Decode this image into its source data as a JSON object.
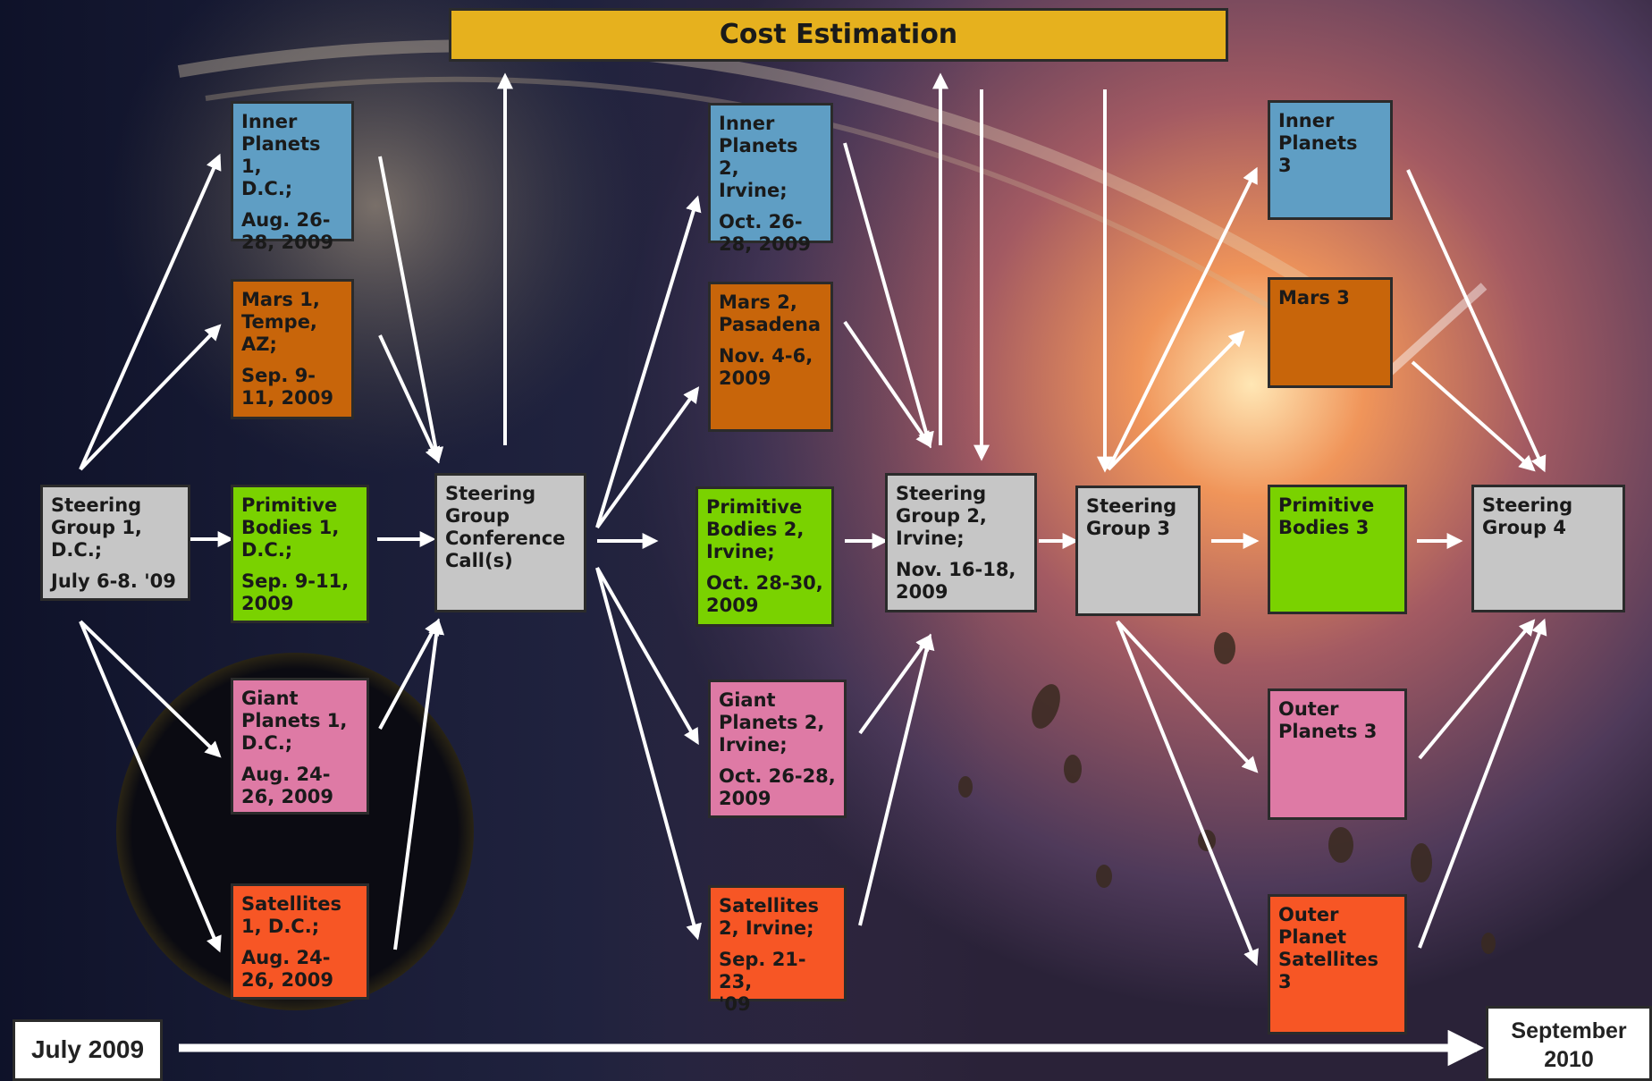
{
  "header": {
    "cost_estimation": "Cost Estimation"
  },
  "timeline": {
    "start": "July 2009",
    "end": "September 2010"
  },
  "colors": {
    "inner_planets": "#5f9ec4",
    "mars": "#c8650a",
    "primitive_bodies": "#7ad200",
    "giant_planets": "#de7aa5",
    "satellites": "#f75625",
    "steering": "#c6c6c6",
    "cost": "#e6b11e"
  },
  "boxes": {
    "sg1": {
      "title": "Steering\nGroup 1,\nD.C.;",
      "date": "July 6-8. '09"
    },
    "ip1": {
      "title": "Inner\nPlanets 1,\nD.C.;",
      "date": "Aug. 26-\n28, 2009"
    },
    "mars1": {
      "title": "Mars 1,\nTempe,\nAZ;",
      "date": "Sep. 9-\n11, 2009"
    },
    "pb1": {
      "title": "Primitive\nBodies 1,\nD.C.;",
      "date": "Sep. 9-11,\n2009"
    },
    "gp1": {
      "title": "Giant\nPlanets 1,\nD.C.;",
      "date": "Aug. 24-\n26, 2009"
    },
    "sat1": {
      "title": "Satellites\n1, D.C.;",
      "date": "Aug. 24-\n26, 2009"
    },
    "sgcc": {
      "title": "Steering\nGroup\nConference\nCall(s)"
    },
    "ip2": {
      "title": "Inner\nPlanets 2,\nIrvine;",
      "date": "Oct. 26-\n28, 2009"
    },
    "mars2": {
      "title": "Mars 2,\nPasadena",
      "date": "Nov. 4-6,\n2009"
    },
    "pb2": {
      "title": "Primitive\nBodies 2,\nIrvine;",
      "date": "Oct. 28-30,\n2009"
    },
    "gp2": {
      "title": "Giant\nPlanets 2,\nIrvine;",
      "date": "Oct. 26-28,\n2009"
    },
    "sat2": {
      "title": "Satellites\n2, Irvine;",
      "date": "Sep. 21-23,\n'09"
    },
    "sg2": {
      "title": "Steering\nGroup 2,\nIrvine;",
      "date": "Nov. 16-18,\n2009"
    },
    "sg3": {
      "title": "Steering\nGroup 3"
    },
    "ip3": {
      "title": "Inner\nPlanets\n3"
    },
    "mars3": {
      "title": "Mars 3"
    },
    "pb3": {
      "title": "Primitive\nBodies 3"
    },
    "op3": {
      "title": "Outer\nPlanets 3"
    },
    "ops3": {
      "title": "Outer\nPlanet\nSatellites\n3"
    },
    "sg4": {
      "title": "Steering\nGroup 4"
    }
  }
}
